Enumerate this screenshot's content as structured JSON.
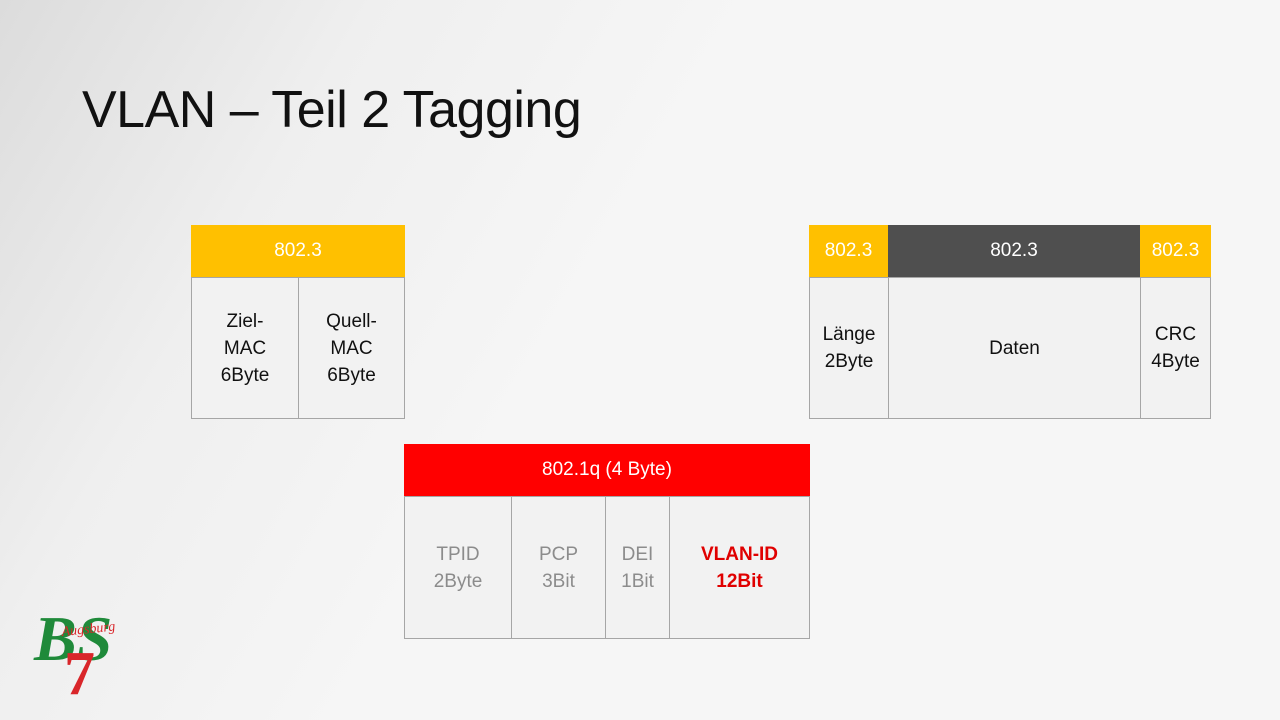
{
  "slide": {
    "title": "VLAN – Teil 2 Tagging"
  },
  "left_block": {
    "header": "802.3",
    "cells": [
      {
        "text": "Ziel-\nMAC\n6Byte"
      },
      {
        "text": "Quell-\nMAC\n6Byte"
      }
    ]
  },
  "right_block": {
    "headers": [
      "802.3",
      "802.3",
      "802.3"
    ],
    "cells": [
      {
        "text": "Länge\n2Byte"
      },
      {
        "text": "Daten"
      },
      {
        "text": "CRC\n4Byte"
      }
    ]
  },
  "vlan_block": {
    "header": "802.1q (4 Byte)",
    "cells": [
      {
        "text": "TPID\n2Byte"
      },
      {
        "text": "PCP\n3Bit"
      },
      {
        "text": "DEI\n1Bit"
      },
      {
        "text": "VLAN-ID\n12Bit"
      }
    ]
  },
  "logo": {
    "letters": "BS",
    "number": "7",
    "script": "Augsburg"
  },
  "colors": {
    "ethernet_header": "#ffc000",
    "data_header": "#4f4f4f",
    "vlan_header": "#ff0000",
    "vlan_id_text": "#e00000",
    "logo_green": "#1f8a3a",
    "logo_red": "#d9262a"
  }
}
